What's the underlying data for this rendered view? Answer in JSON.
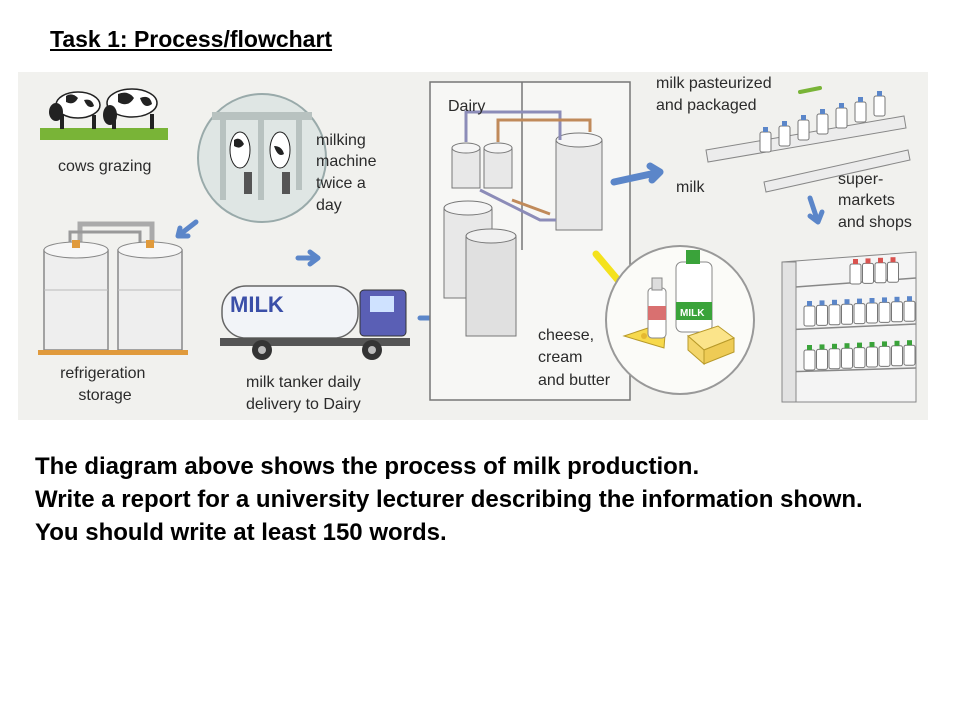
{
  "title": "Task 1: Process/flowchart",
  "diagram": {
    "cows": "cows grazing",
    "milking": [
      "milking",
      "machine",
      "twice a",
      "day"
    ],
    "refrigeration": [
      "refrigeration",
      "storage"
    ],
    "tanker": [
      "milk tanker daily",
      "delivery to Dairy"
    ],
    "tanker_sign": "MILK",
    "dairy": "Dairy",
    "pasteurized": [
      "milk pasteurized",
      "and packaged"
    ],
    "milk": "milk",
    "supermarkets": [
      "super-",
      "markets",
      "and shops"
    ],
    "cheese": [
      "cheese,",
      "cream",
      "and butter"
    ],
    "milk_bottle_label": "MILK"
  },
  "colors": {
    "arrow": "#5b86c9",
    "arrow_yellow": "#f4e21c",
    "truck": "#5a5fb5",
    "grass": "#79b437",
    "green_cap": "#3aa33a",
    "red_cap": "#d9534f"
  },
  "instructions": [
    "The diagram above shows the process of milk production.",
    "Write a report for a university lecturer describing the information shown.",
    "You should write at least 150 words."
  ]
}
